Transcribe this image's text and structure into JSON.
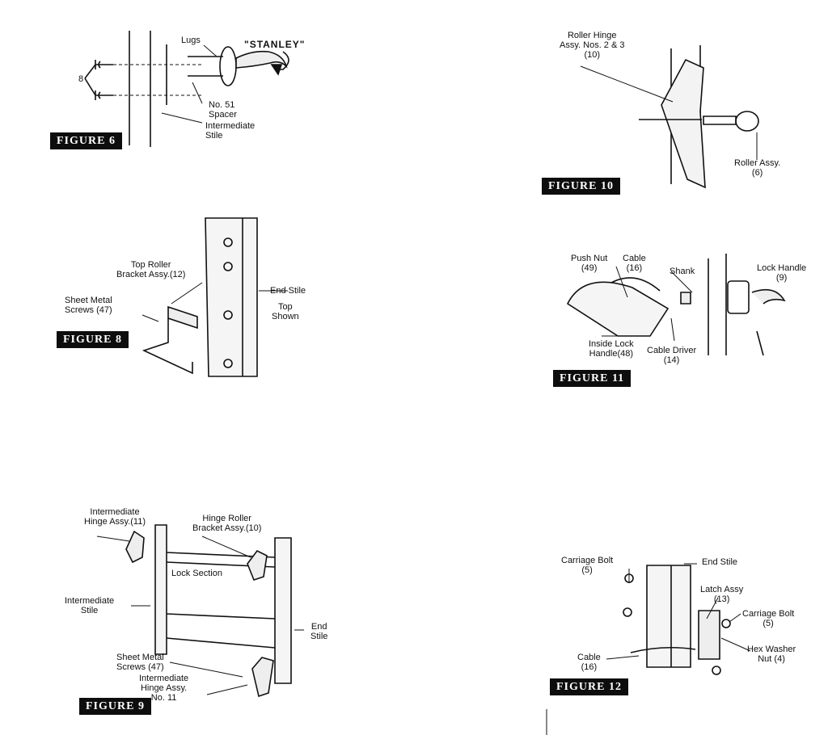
{
  "figures": {
    "fig6": {
      "badge": "FIGURE 6",
      "labels": {
        "lugs": "Lugs",
        "brand": "\"STANLEY\"",
        "eight": "8",
        "spacer": "No. 51\nSpacer",
        "stile": "Intermediate\nStile"
      }
    },
    "fig8": {
      "badge": "FIGURE 8",
      "labels": {
        "bracket": "Top Roller\nBracket Assy.(12)",
        "screws": "Sheet Metal\nScrews (47)",
        "end_stile": "End Stile",
        "top_shown": "Top\nShown"
      }
    },
    "fig9": {
      "badge": "FIGURE 9",
      "labels": {
        "int_hinge": "Intermediate\nHinge Assy.(11)",
        "hinge_roller": "Hinge Roller\nBracket Assy.(10)",
        "lock_section": "Lock Section",
        "int_stile": "Intermediate\nStile",
        "end_stile": "End\nStile",
        "screws": "Sheet Metal\nScrews (47)",
        "int_hinge_11": "Intermediate\nHinge Assy.\nNo. 11"
      }
    },
    "fig10": {
      "badge": "FIGURE 10",
      "labels": {
        "roller_hinge": "Roller Hinge\nAssy. Nos. 2 & 3\n(10)",
        "roller_assy": "Roller Assy.\n(6)"
      }
    },
    "fig11": {
      "badge": "FIGURE 11",
      "labels": {
        "push_nut": "Push Nut\n(49)",
        "cable": "Cable\n(16)",
        "shank": "Shank",
        "lock_handle": "Lock Handle\n(9)",
        "inside_lock": "Inside Lock\nHandle(48)",
        "cable_driver": "Cable Driver\n(14)"
      }
    },
    "fig12": {
      "badge": "FIGURE 12",
      "labels": {
        "carriage_bolt": "Carriage Bolt\n(5)",
        "end_stile": "End Stile",
        "latch": "Latch Assy\n(13)",
        "carriage_bolt2": "Carriage Bolt\n(5)",
        "hex_nut": "Hex Washer\nNut (4)",
        "cable": "Cable\n(16)"
      }
    }
  }
}
